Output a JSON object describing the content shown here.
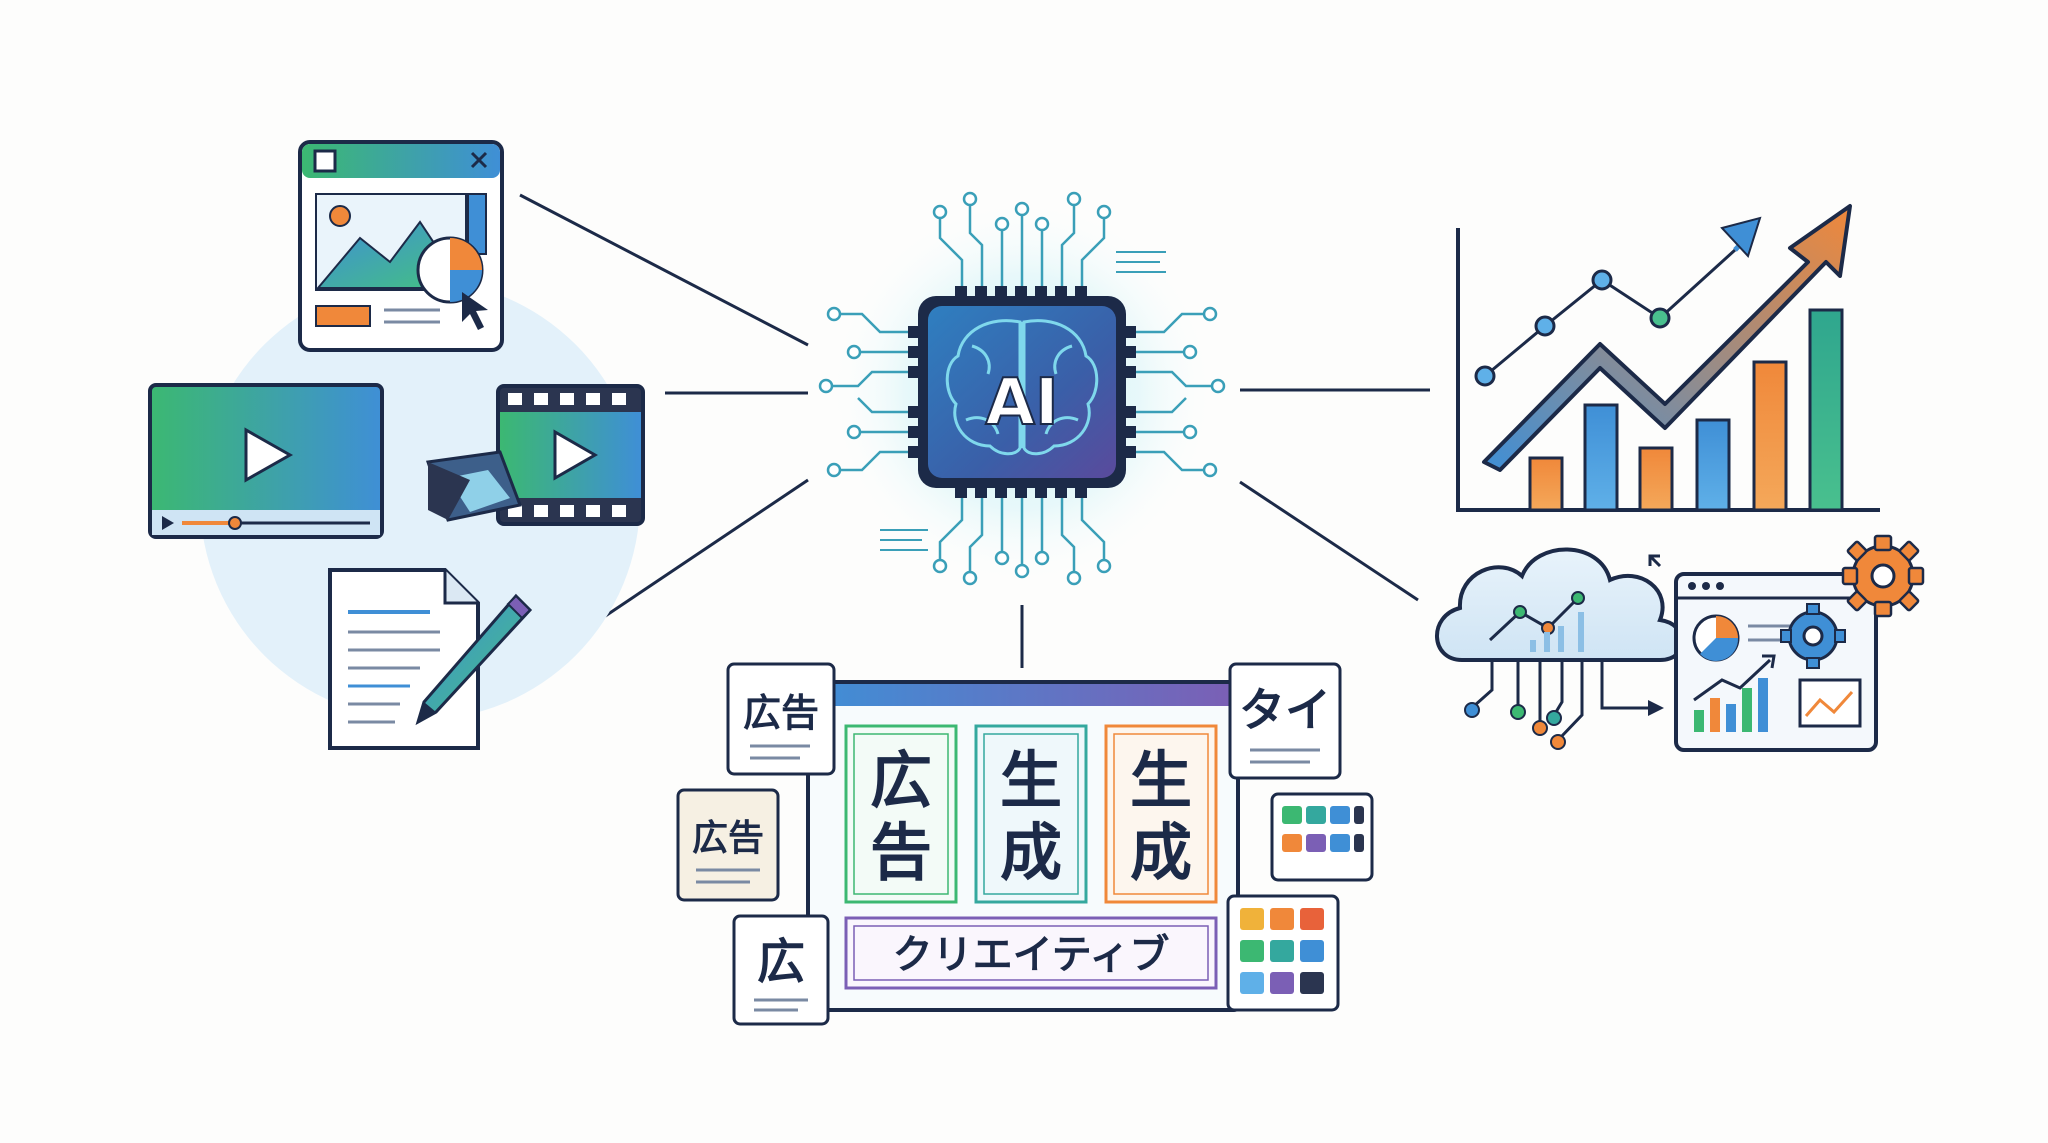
{
  "chip": {
    "label": "AI"
  },
  "creative": {
    "card_left_top": "広告",
    "card_left_mid": "広告",
    "card_left_bottom": "広",
    "card_right_top": "タイ",
    "main_card_1": [
      "広",
      "告"
    ],
    "main_card_2": [
      "生",
      "成"
    ],
    "main_card_3": [
      "生",
      "成"
    ],
    "banner": "クリエイティブ"
  },
  "icons": [
    "browser-window-icon",
    "video-player-icon",
    "film-strip-icon",
    "document-pen-icon",
    "ai-chip-icon",
    "brain-icon",
    "growth-chart-icon",
    "cloud-analytics-icon",
    "dashboard-icon",
    "gear-icon",
    "color-palette-icon"
  ],
  "colors": {
    "navy": "#1c2a48",
    "blue": "#3f8fd6",
    "green": "#3cb872",
    "teal": "#34a89e",
    "orange": "#f0883a",
    "purple": "#7b5fb5",
    "glow": "#c9eef5"
  }
}
